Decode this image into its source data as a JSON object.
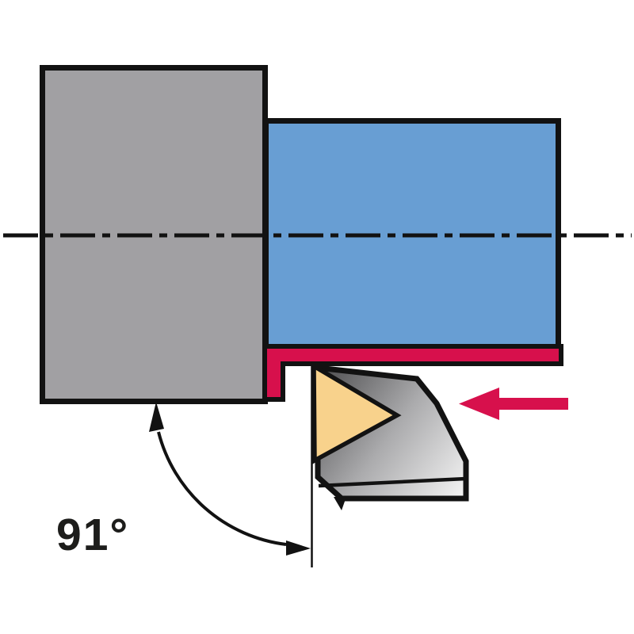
{
  "annotation": {
    "angle_label": "91°"
  },
  "icons": {
    "feed_direction": "left-arrow",
    "angle_dimension": "curved-double-arrow-arc"
  },
  "colors": {
    "background": "#FFFFFF",
    "outline": "#121212",
    "stock_gray": "#A1A0A3",
    "workpiece_blue": "#689ED3",
    "accent_red": "#D7104C",
    "insert_tan": "#F8D28C",
    "tool_dark": "#4D4D4F",
    "tool_mid": "#ABABAD",
    "tool_light": "#F4F4F4",
    "label_text": "#1D1D1B"
  }
}
